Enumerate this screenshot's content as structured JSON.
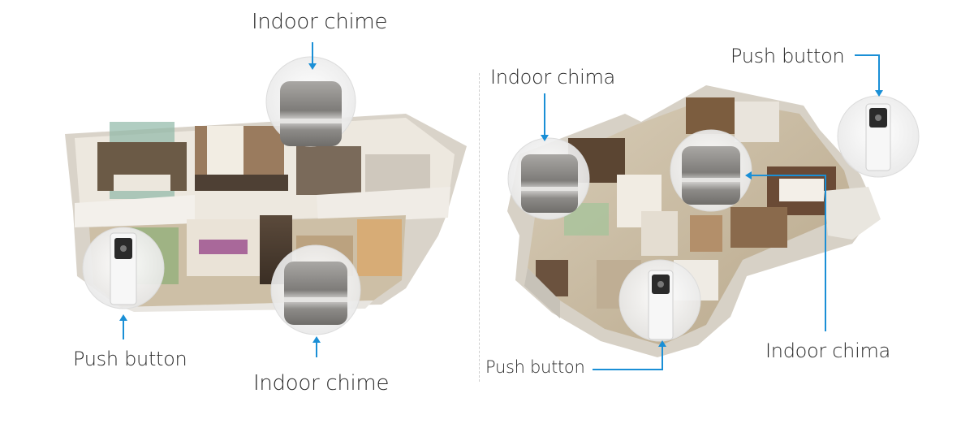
{
  "left_panel": {
    "chime_top_label": "Indoor chime",
    "chime_bottom_label": "Indoor chime",
    "push_button_label": "Push button"
  },
  "right_panel": {
    "chime_left_label": "Indoor chima",
    "chime_right_label": "Indoor chima",
    "push_button_top_label": "Push button",
    "push_button_bottom_label": "Push button"
  },
  "colors": {
    "arrow": "#1a8fd6",
    "chime_body": "#8b8a88",
    "chime_band": "#c9c8c6",
    "floor": "#c8b89a",
    "wall": "#e9e6e1"
  }
}
